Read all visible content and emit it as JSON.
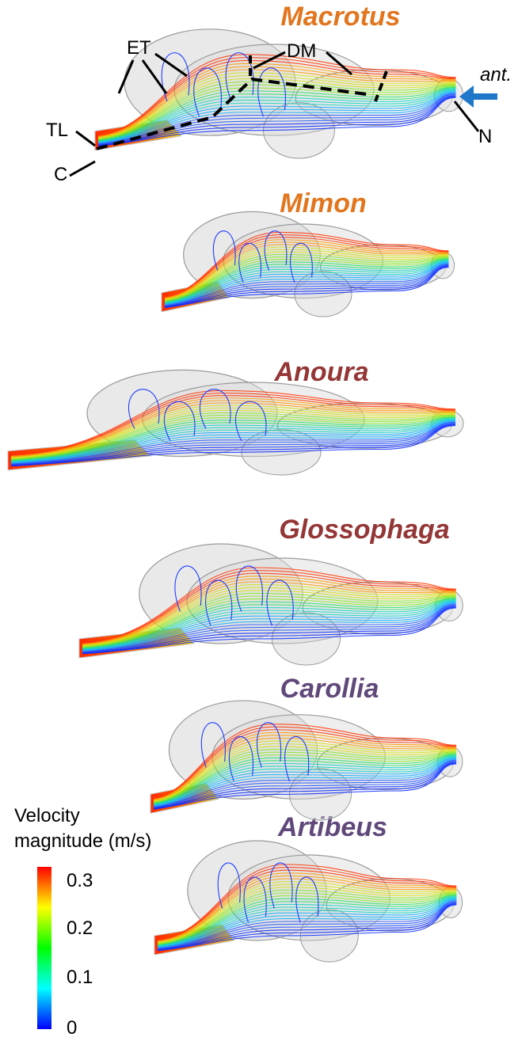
{
  "species": [
    {
      "name": "Macrotus",
      "color": "#e2761f"
    },
    {
      "name": "Mimon",
      "color": "#e2761f"
    },
    {
      "name": "Anoura",
      "color": "#943636"
    },
    {
      "name": "Glossophaga",
      "color": "#943636"
    },
    {
      "name": "Carollia",
      "color": "#60497a"
    },
    {
      "name": "Artibeus",
      "color": "#60497a"
    }
  ],
  "annotations": {
    "et": "ET",
    "dm": "DM",
    "tl": "TL",
    "c": "C",
    "n": "N",
    "ant": "ant."
  },
  "legend": {
    "title_line1": "Velocity",
    "title_line2": "magnitude (m/s)",
    "ticks": [
      "0.3",
      "0.2",
      "0.1",
      "0"
    ],
    "colors": [
      "#ff0000",
      "#ffff00",
      "#00ff00",
      "#00ffff",
      "#0000ff"
    ]
  },
  "arrow_color": "#1f77c9"
}
